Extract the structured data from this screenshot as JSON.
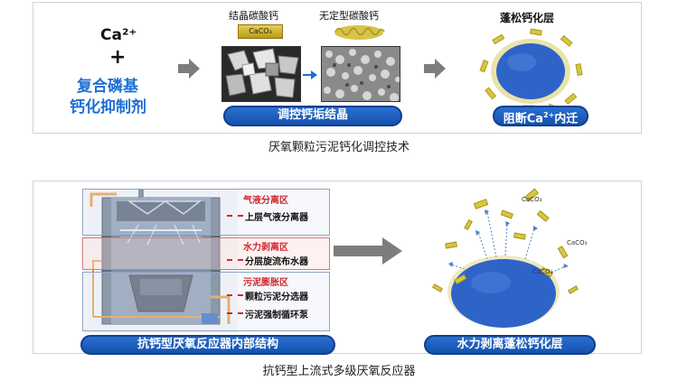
{
  "top_panel": {
    "ca_ion": "Ca²⁺",
    "plus": "+",
    "agent_line1": "复合磷基",
    "agent_line2": "钙化抑制剂",
    "crystal_label": "结晶碳酸钙",
    "crystal_tag": "CaCO₃",
    "amorphous_label": "无定型碳酸钙",
    "fluffy_layer_label": "蓬松钙化层",
    "pill_regulate": "调控钙垢结晶",
    "pill_block_prefix": "阻断Ca",
    "pill_block_sup": "2+",
    "pill_block_suffix": "内迁",
    "caption": "厌氧颗粒污泥钙化调控技术"
  },
  "bottom_panel": {
    "zones": [
      {
        "title": "气液分离区",
        "item": "上层气液分离器"
      },
      {
        "title": "水力剥离区",
        "item": "分层旋流布水器"
      },
      {
        "title": "污泥膨胀区",
        "items": [
          "颗粒污泥分选器",
          "污泥强制循环泵"
        ]
      }
    ],
    "pill_structure": "抗钙型厌氧反应器内部结构",
    "pill_layer": "水力剥离蓬松钙化层",
    "particle_tag": "CaCO₃",
    "caption": "抗钙型上流式多级厌氧反应器"
  },
  "colors": {
    "pill_blue": "#1552ad",
    "agent_blue": "#1d6fd6",
    "zone_red": "#d0282f",
    "granule_blue": "#2e63c8",
    "particle_yellow": "#d8c640"
  }
}
